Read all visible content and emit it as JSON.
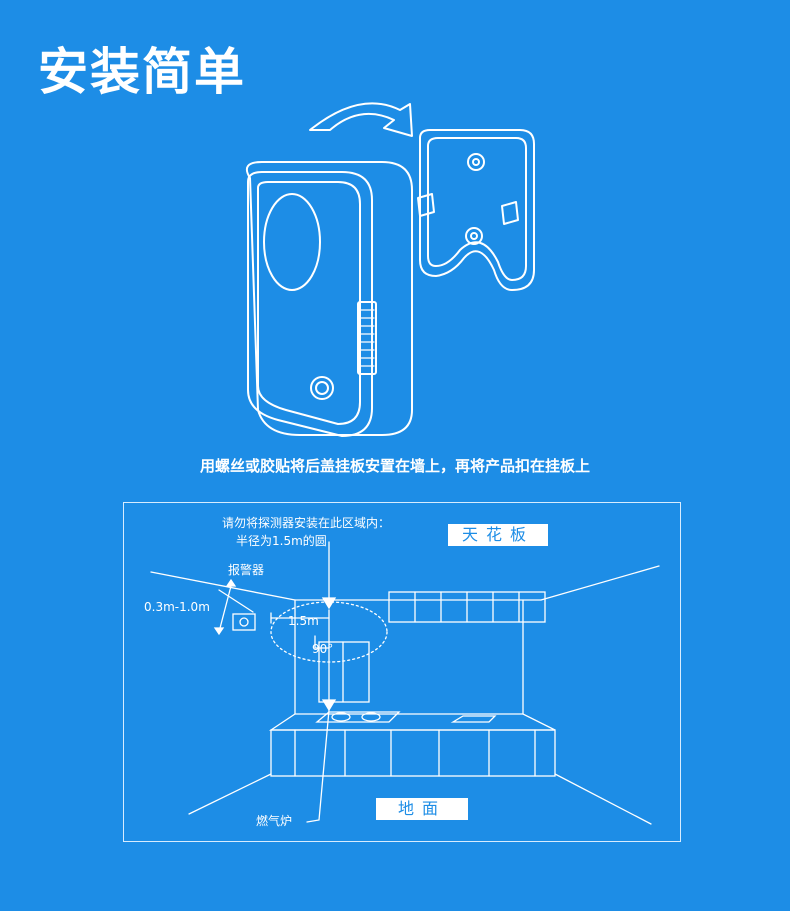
{
  "title": "安装简单",
  "caption": "用螺丝或胶贴将后盖挂板安置在墙上，再将产品扣在挂板上",
  "diagram": {
    "note_line1": "请勿将探测器安装在此区域内：",
    "note_line2": "半径为1.5m的圆",
    "ceiling_label": "天花板",
    "floor_label": "地面",
    "alarm_label": "报警器",
    "height_range": "0.3m-1.0m",
    "radius_label": "1.5m",
    "angle_label": "90°",
    "stove_label": "燃气炉"
  },
  "colors": {
    "background": "#1d8de6",
    "line": "#ffffff",
    "label_text": "#1d8de6"
  }
}
